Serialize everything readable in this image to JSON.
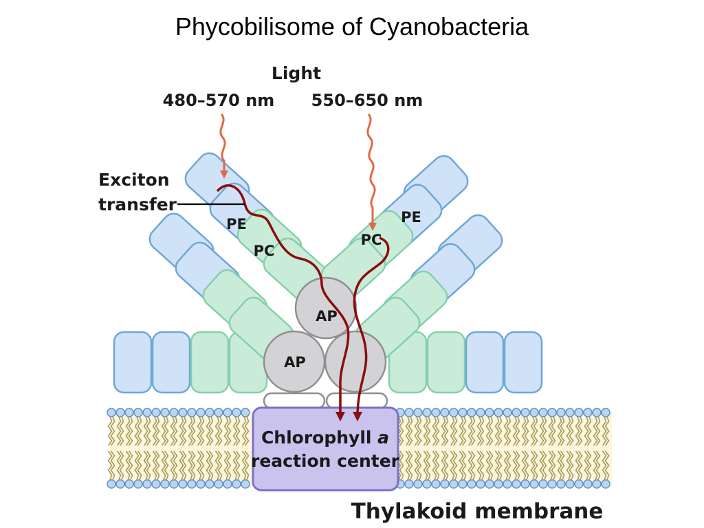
{
  "title": "Phycobilisome of Cyanobacteria",
  "light": {
    "heading": "Light",
    "wavelength_left": "480–570 nm",
    "wavelength_right": "550–650 nm"
  },
  "labels": {
    "exciton_line1": "Exciton",
    "exciton_line2": "transfer",
    "pe_left": "PE",
    "pe_right": "PE",
    "pc_left": "PC",
    "pc_right": "PC",
    "ap_top": "AP",
    "ap_bottom_left": "AP"
  },
  "reaction_center": {
    "line1_prefix": "Chlorophyll ",
    "line1_italic": "a",
    "line2": "reaction center"
  },
  "membrane_label": "Thylakoid membrane",
  "colors": {
    "phycoerythrin": "#cfe2f7",
    "phycocyanin": "#c9ecd9",
    "allophycocyanin": "#d3d3d5",
    "reaction_center": "#c9c3ee",
    "light_arrow": "#e06a44",
    "exciton_arrow": "#8b0d0d"
  }
}
